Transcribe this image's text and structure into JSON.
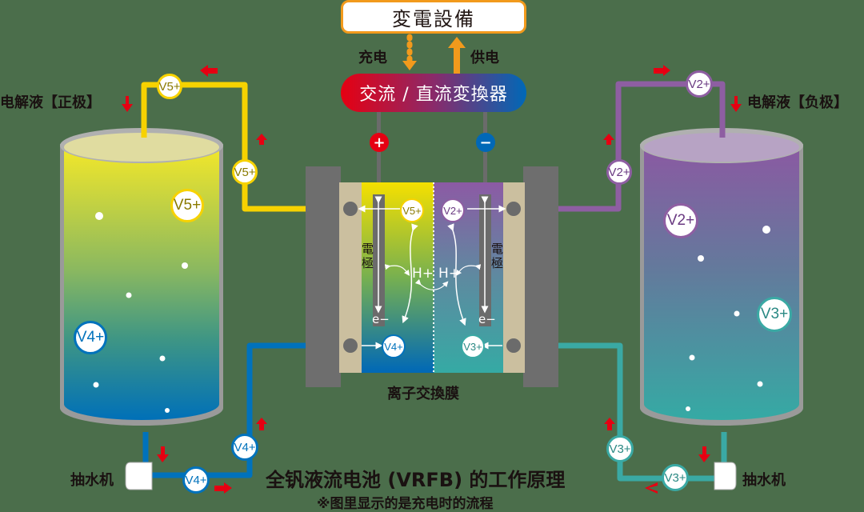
{
  "title": "全钒液流电池 (VRFB) 的工作原理",
  "subtitle": "※图里显示的是充电时的流程",
  "top_box": {
    "label": "変電設備"
  },
  "flows": {
    "charge": "充电",
    "supply": "供电"
  },
  "converter": {
    "label": "交流 / 直流変換器"
  },
  "terminals": {
    "positive": "+",
    "negative": "−"
  },
  "left_tank": {
    "label": "电解液【正极】",
    "ions_top": "V5+",
    "ions_bottom": "V4+"
  },
  "right_tank": {
    "label": "电解液【负极】",
    "ions_top": "V2+",
    "ions_bottom": "V3+"
  },
  "cell": {
    "electrode_label_left": "電極",
    "electrode_label_right": "電極",
    "membrane_label": "离子交換膜",
    "proton_left": "H+",
    "proton_right": "H+",
    "electron_left": "e−",
    "electron_right": "e−",
    "ion_top_left": "V5+",
    "ion_top_right": "V2+",
    "ion_bottom_left": "V4+",
    "ion_bottom_right": "V3+"
  },
  "pumps": {
    "left": "抽水机",
    "right": "抽水机"
  },
  "pipe_ions": {
    "left_top": "V5+",
    "left_riser": "V5+",
    "left_bottom_riser": "V4+",
    "left_bottom": "V4+",
    "right_top": "V2+",
    "right_riser": "V2+",
    "right_bottom_riser": "V3+",
    "right_bottom": "V3+"
  },
  "colors": {
    "background": "#4b6e4b",
    "positive_pipe": "#f7d200",
    "v4_pipe": "#0072bc",
    "negative_pipe": "#8e5ea2",
    "v3_pipe": "#3aa9a4",
    "arrow_red": "#e60012",
    "orange": "#f29a1c"
  }
}
